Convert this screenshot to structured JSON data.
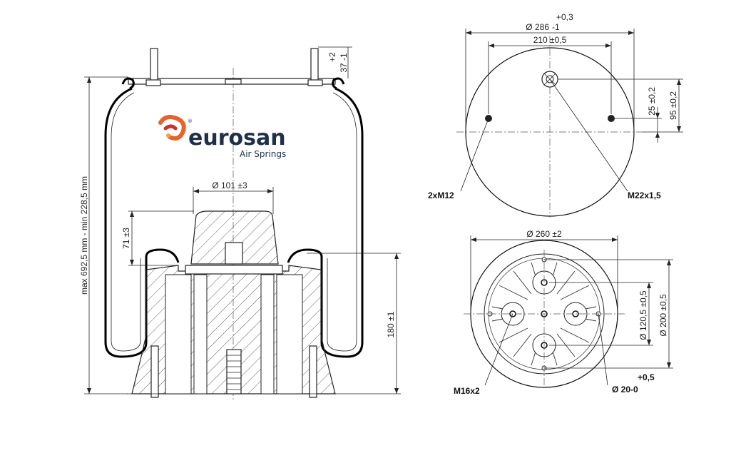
{
  "brand": {
    "name": "eurosan",
    "tagline": "Air Springs",
    "registered_mark": "®",
    "colors": {
      "name": "#1f2f4a",
      "logo_orange": "#e8632a",
      "logo_red": "#c8332a"
    }
  },
  "side_view": {
    "height_range": "max 692,5 mm - min 228,5 mm",
    "piston_diameter": "Ø 101 ±3",
    "piston_height": "71 ±3",
    "base_height": "180 ±1",
    "stud_tol_upper": "+2",
    "stud_tol_value": "37 -1"
  },
  "top_view": {
    "outer_diameter": "Ø 286",
    "outer_tol_upper": "+0,3",
    "outer_tol_lower": "-1",
    "hole_spacing": "210 ±0,5",
    "offset_small": "25 ±0,2",
    "offset_large": "95 ±0,2",
    "callout_left": "2xM12",
    "callout_right": "M22x1,5"
  },
  "bottom_view": {
    "diameter": "Ø 260 ±2",
    "bolt_circle_inner": "Ø 120,5 ±0,5",
    "bolt_circle_outer": "Ø 200 ±0,5",
    "callout_left": "M16x2",
    "hole_tol_upper": "+0,5",
    "hole_callout": "Ø 20-0"
  }
}
